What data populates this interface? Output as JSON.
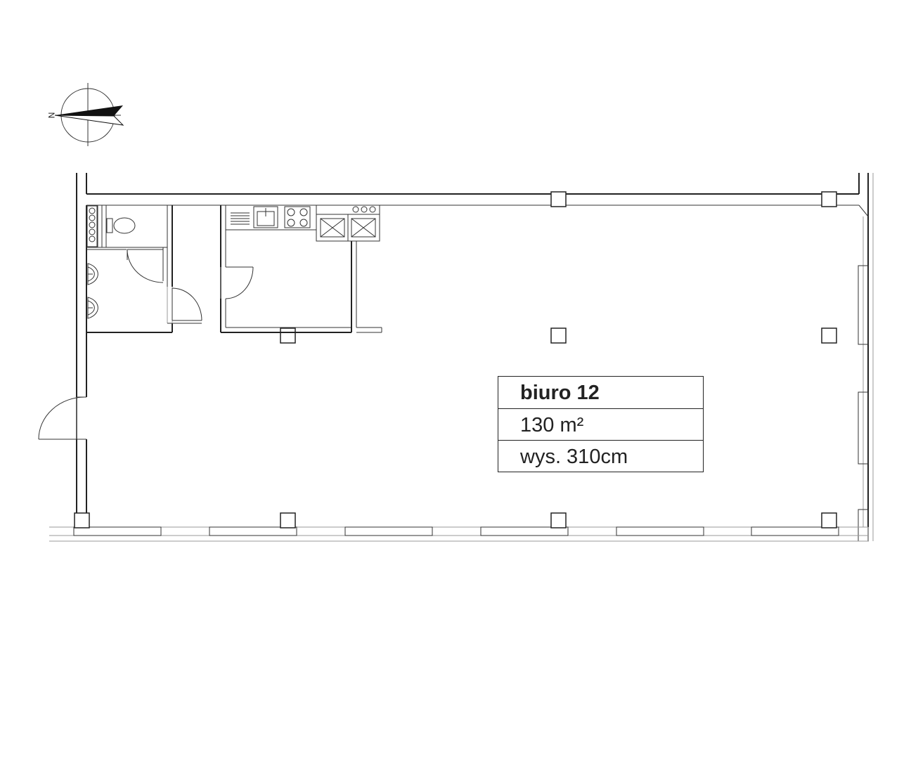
{
  "compass": {
    "north_label": "N",
    "icon": "north-arrow-icon"
  },
  "room": {
    "name": "biuro 12",
    "area": "130 m²",
    "height": "wys. 310cm"
  },
  "colors": {
    "line": "#222222",
    "glass": "#999999",
    "background": "#ffffff"
  }
}
